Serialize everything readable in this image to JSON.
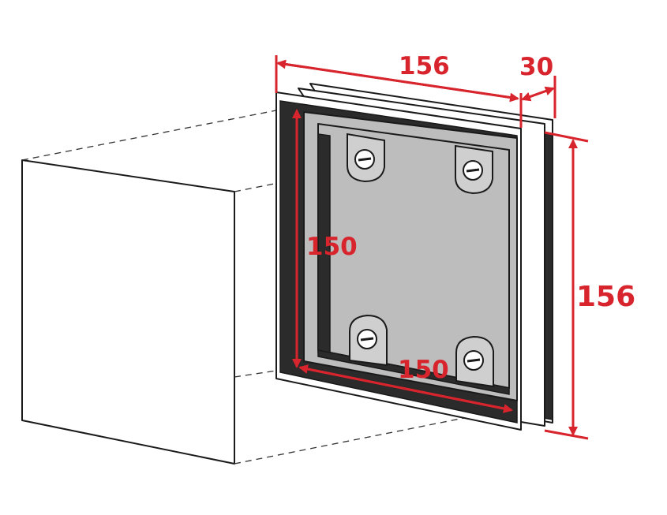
{
  "dimensions": {
    "outer_width": "156",
    "depth": "30",
    "outer_height": "156",
    "inner_height": "150",
    "inner_width": "150"
  },
  "colors": {
    "dimension": "#d8242c",
    "frame_dark": "#2b2b2b",
    "plate_gray": "#bdbdbd"
  }
}
